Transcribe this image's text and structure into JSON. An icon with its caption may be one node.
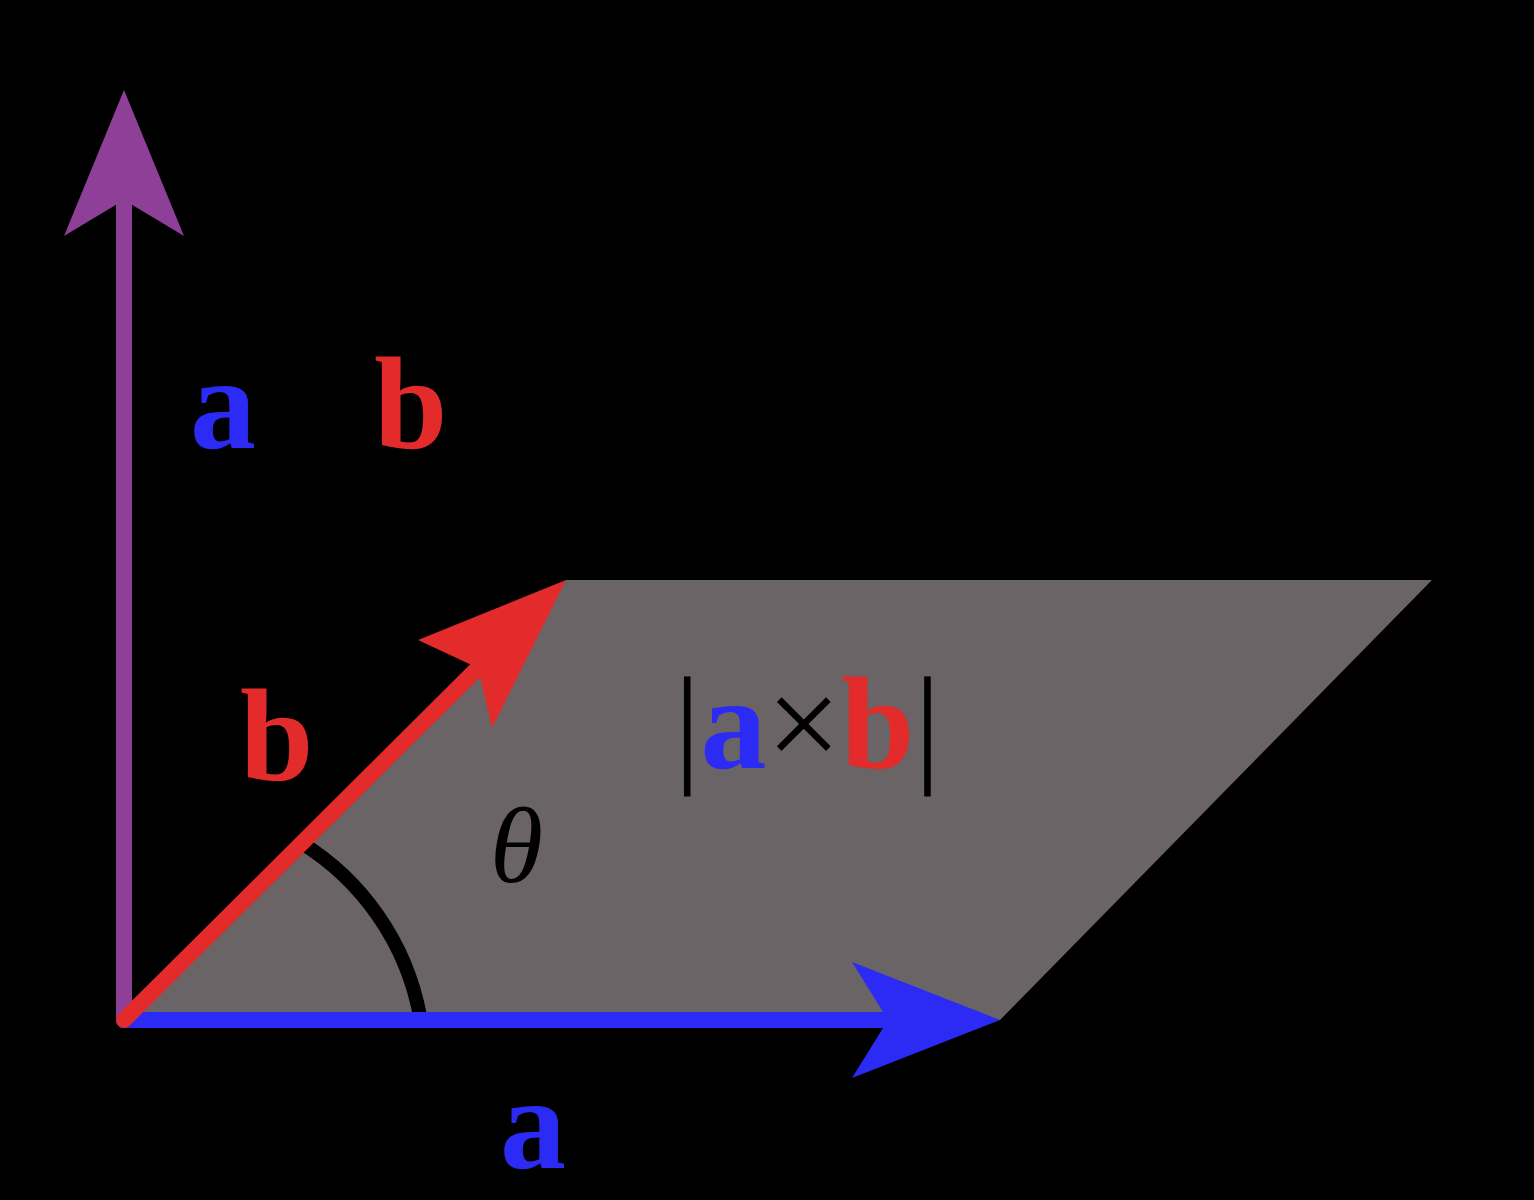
{
  "diagram": {
    "nodes": [
      {
        "text": [
          "|**a**×**b**|",
          "θ"
        ]
      }
    ],
    "labels": [
      "a",
      "b",
      "b",
      "a"
    ]
  }
}
